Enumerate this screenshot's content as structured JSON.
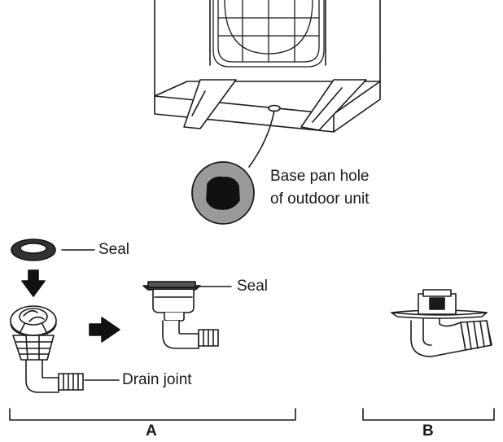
{
  "diagram": {
    "labels": {
      "base_pan_hole_line1": "Base pan hole",
      "base_pan_hole_line2": "of outdoor unit",
      "seal_top": "Seal",
      "seal_assembled": "Seal",
      "drain_joint": "Drain joint"
    },
    "sections": {
      "a": "A",
      "b": "B"
    }
  }
}
